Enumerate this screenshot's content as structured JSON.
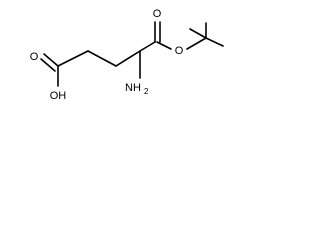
{
  "structure": {
    "atom_labels": {
      "ester_oxygen_carbonyl": "O",
      "ester_oxygen_link": "O",
      "acid_oxygen_carbonyl": "O",
      "acid_hydroxyl": "OH",
      "amine_N": "NH",
      "amine_subscript": "2"
    },
    "colors": {
      "ink": "#000000",
      "background": "#ffffff"
    }
  }
}
